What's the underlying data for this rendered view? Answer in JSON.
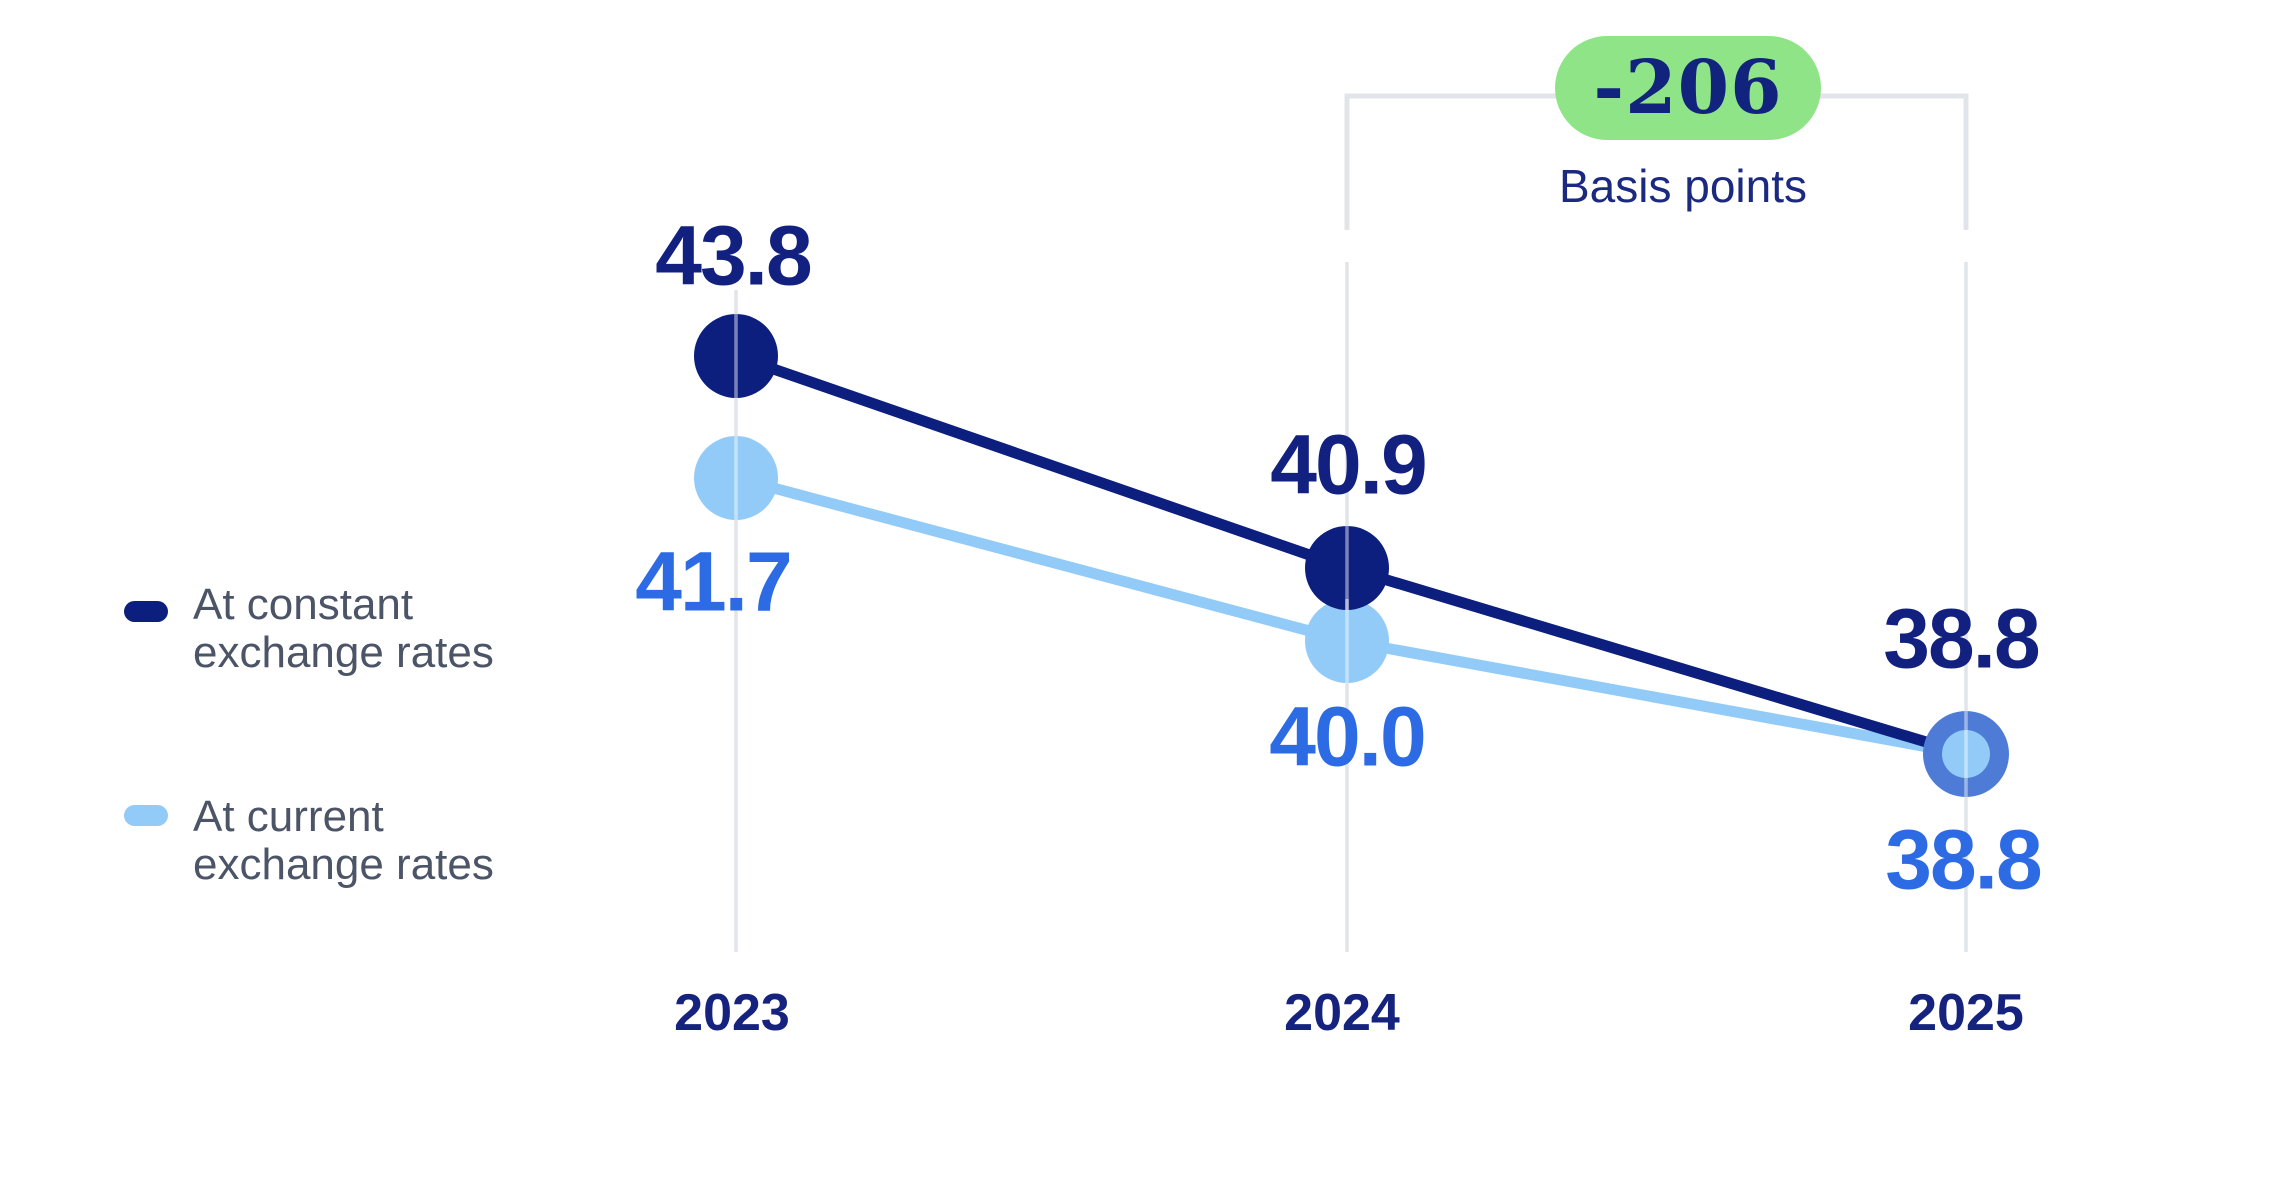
{
  "chart_data": {
    "type": "line",
    "categories": [
      "2023",
      "2024",
      "2025"
    ],
    "series": [
      {
        "name": "At constant exchange rates",
        "values": [
          43.8,
          40.9,
          38.8
        ],
        "point_labels": [
          "43.8",
          "40.9",
          "38.8"
        ],
        "color": "#0c1e7e"
      },
      {
        "name": "At current exchange rates",
        "values": [
          41.7,
          40.0,
          38.8
        ],
        "point_labels": [
          "41.7",
          "40.0",
          "38.8"
        ],
        "color": "#93cbf8"
      }
    ],
    "annotation": {
      "badge_value": "-206",
      "badge_label": "Basis points",
      "badge_color": "#8fe487",
      "badge_text_color": "#12237e",
      "bracket_from": "2024",
      "bracket_to": "2025"
    },
    "endpoint_marker_colors": {
      "outer": "#4e7bd6",
      "inner": "#93cbf8"
    },
    "gridline_color": "#e1e5ea",
    "grid": "vertical-only",
    "legend_position": "left",
    "xlabel": "",
    "ylabel": ""
  },
  "legend": {
    "items": [
      {
        "label": "At constant exchange rates",
        "swatch_color": "#0c1e7e"
      },
      {
        "label": "At current exchange rates",
        "swatch_color": "#93cbf8"
      }
    ]
  },
  "colors": {
    "value_label_constant": "#12217f",
    "value_label_current": "#2d6be5",
    "tick_label": "#15237f",
    "legend_text": "#4c5567",
    "background": "#ffffff"
  }
}
